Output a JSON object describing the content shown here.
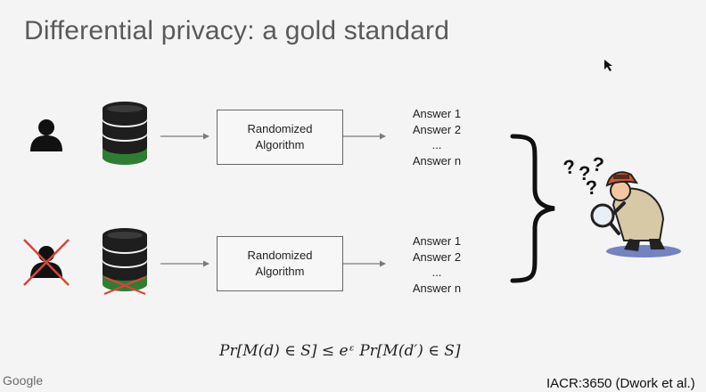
{
  "slide": {
    "title": "Differential privacy: a gold standard",
    "logo_text": "Google",
    "citation": "IACR:3650 (Dwork et al.)"
  },
  "rows": [
    {
      "person_icon": "person-icon",
      "database_icon": "database-icon",
      "box_lines": [
        "Randomized",
        "Algorithm"
      ],
      "answers": [
        "Answer 1",
        "Answer 2",
        "...",
        "Answer n"
      ]
    },
    {
      "person_icon": "person-crossed-out-icon",
      "database_icon": "database-crossed-out-icon",
      "box_lines": [
        "Randomized",
        "Algorithm"
      ],
      "answers": [
        "Answer 1",
        "Answer 2",
        "...",
        "Answer n"
      ]
    }
  ],
  "detective": {
    "icon": "detective-magnifier-icon",
    "question_marks": [
      "?",
      "?",
      "?",
      "?"
    ]
  },
  "formula": "Pr[M(d) ∈ S] ≤ eᵋ Pr[M(d′) ∈ S]",
  "colors": {
    "title": "#5a5a5a",
    "db_dark": "#1e1e1e",
    "db_green": "#2f7d32",
    "cross_red": "#d9453a",
    "arrow": "#7a7a7a"
  }
}
